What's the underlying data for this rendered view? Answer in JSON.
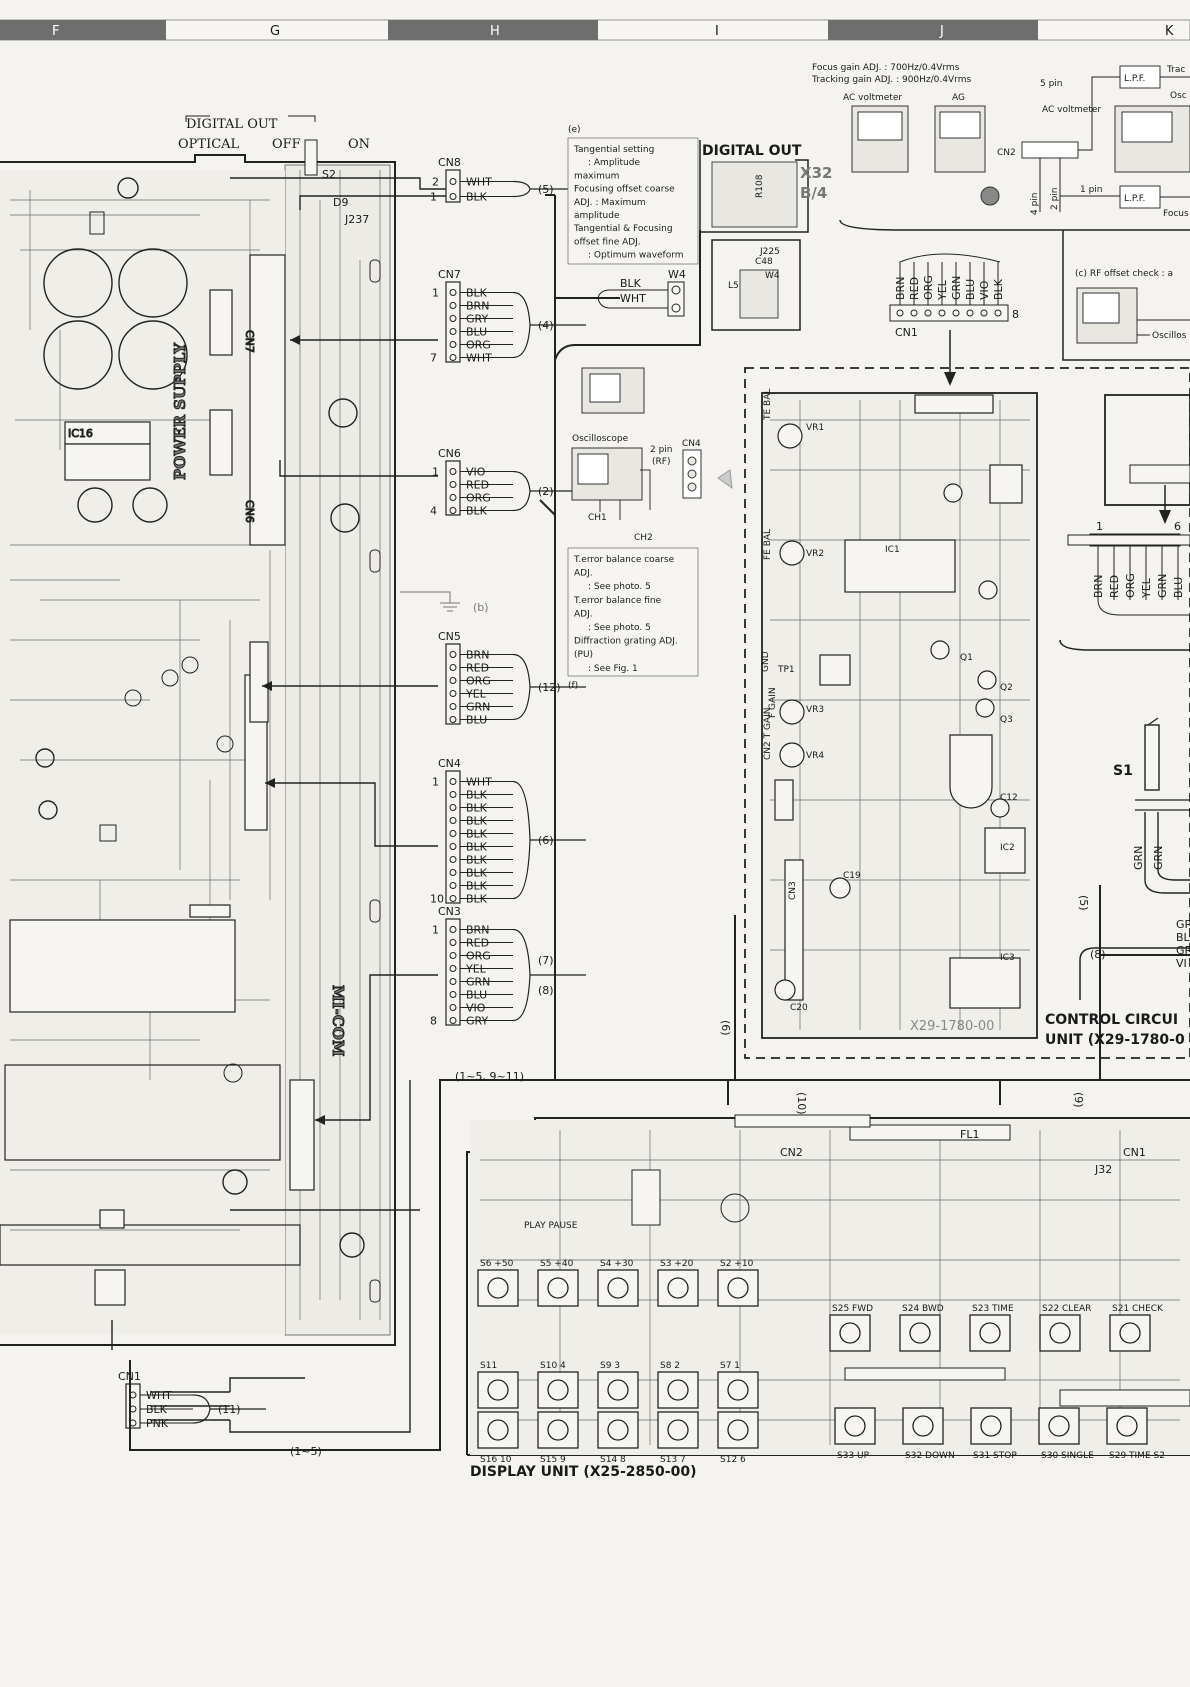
{
  "grid_columns": [
    {
      "label": "F",
      "shaded": true
    },
    {
      "label": "G",
      "shaded": false
    },
    {
      "label": "H",
      "shaded": true
    },
    {
      "label": "I",
      "shaded": false
    },
    {
      "label": "J",
      "shaded": true
    },
    {
      "label": "K",
      "shaded": false
    }
  ],
  "header_notes": {
    "focus_gain": "Focus gain ADJ. : 700Hz/0.4Vrms",
    "tracking_gain": "Tracking gain ADJ. : 900Hz/0.4Vrms",
    "ac_voltmeter": "AC voltmeter",
    "ag": "AG",
    "ac_voltmeter_2": "AC voltmeter",
    "five_pin": "5 pin",
    "one_pin": "1 pin",
    "two_pin": "2 pin",
    "four_pin": "4 pin",
    "lpf_1": "L.P.F.",
    "lpf_2": "L.P.F.",
    "trac": "Trac",
    "osc": "Osc",
    "focus": "Focus",
    "cn2_probe": "CN2"
  },
  "digital_out_switch": {
    "title": "DIGITAL OUT",
    "optical": "OPTICAL",
    "off": "OFF",
    "on": "ON",
    "s2": "S2",
    "d9": "D9",
    "j237": "J237"
  },
  "note_e": {
    "tag": "(e)",
    "lines": [
      "Tangential setting",
      ": Amplitude",
      "maximum",
      "Focusing offset coarse",
      "ADJ. : Maximum",
      "amplitude",
      "Tangential & Focusing",
      "offset fine ADJ.",
      ": Optimum waveform"
    ]
  },
  "note_f": {
    "tag": "(f)",
    "lines": [
      "T.error balance coarse",
      "ADJ.",
      ": See photo. 5",
      "T.error balance fine",
      "ADJ.",
      ": See photo. 5",
      "Diffraction grating ADJ.",
      "(PU)",
      ": See Fig. 1"
    ]
  },
  "digital_out_board": {
    "title": "DIGITAL OUT",
    "ref": "X32",
    "sub": "B/4",
    "w4": "W4",
    "l5": "L5",
    "c48": "C48",
    "j225": "J225",
    "r108": "R108"
  },
  "rf_offset": {
    "text": "(c) RF offset check : a",
    "oscillo": "Oscillos"
  },
  "scope": {
    "label": "Oscilloscope",
    "ch1": "CH1",
    "ch2": "CH2",
    "two_pin_rf": "2 pin",
    "rf": "(RF)",
    "cn4": "CN4"
  },
  "ground_b": "(b)",
  "connectors": {
    "cn8": {
      "name": "CN8",
      "pins": [
        "WHT",
        "BLK"
      ],
      "cable": "5"
    },
    "cn7": {
      "name": "CN7",
      "pins": [
        "BLK",
        "BRN",
        "GRY",
        "BLU",
        "ORG",
        "WHT"
      ],
      "cable": "4"
    },
    "cn6": {
      "name": "CN6",
      "pins": [
        "VIO",
        "RED",
        "ORG",
        "BLK"
      ],
      "cable": "2"
    },
    "cn5": {
      "name": "CN5",
      "pins": [
        "BRN",
        "RED",
        "ORG",
        "YEL",
        "GRN",
        "BLU"
      ],
      "cable": "12"
    },
    "cn4": {
      "name": "CN4",
      "pins": [
        "WHT",
        "BLK",
        "BLK",
        "BLK",
        "BLK",
        "BLK",
        "BLK",
        "BLK",
        "BLK",
        "BLK"
      ],
      "cable": "6"
    },
    "cn3": {
      "name": "CN3",
      "pins": [
        "BRN",
        "RED",
        "ORG",
        "YEL",
        "GRN",
        "BLU",
        "VIO",
        "GRY"
      ],
      "cable_a": "7",
      "cable_b": "8"
    },
    "cn1": {
      "name": "CN1",
      "pins": [
        "WHT",
        "BLK",
        "PNK"
      ],
      "cable": "11"
    },
    "w4_pins": [
      "BLK",
      "WHT"
    ],
    "top_cn1": {
      "name": "CN1",
      "pins": [
        "BRN",
        "RED",
        "ORG",
        "YEL",
        "GRN",
        "BLU",
        "VIO",
        "BLK"
      ],
      "pin8": "8"
    },
    "right_cn": {
      "pins": [
        "BRN",
        "RED",
        "ORG",
        "YEL",
        "GRN",
        "BLU"
      ],
      "pin1": "1",
      "pin6": "6"
    }
  },
  "pin_numbers": {
    "p1": "1",
    "p2": "2",
    "p4": "4",
    "p7": "7",
    "p8": "8",
    "p10": "10"
  },
  "bus_labels": {
    "b1": "(1~5, 9~11)",
    "b2": "(1~5)",
    "b3": "(10)",
    "b4": "(9)",
    "b5": "(6)",
    "b6": "(5)",
    "b7": "(8)"
  },
  "power_supply": {
    "label": "POWER SUPPLY",
    "ic16": "IC16",
    "cn6": "CN6",
    "cn7": "CN7"
  },
  "mi_com": "MI-COM",
  "control_circuit": {
    "title_1": "CONTROL CIRCUI",
    "title_2": "UNIT (X29-1780-0",
    "board_no": "X29-1780-00"
  },
  "display_unit": {
    "title": "DISPLAY UNIT (X25-2850-00)",
    "fl1": "FL1",
    "cn2": "CN2",
    "cn1": "CN1",
    "play_pause": "PLAY PAUSE",
    "j32": "J32"
  },
  "switches": {
    "row1": [
      "S6 +50",
      "S5 +40",
      "S4 +30",
      "S3 +20",
      "S2 +10"
    ],
    "row1b": [
      "S25 FWD",
      "S24 BWD",
      "S23 TIME",
      "S22 CLEAR",
      "S21 CHECK"
    ],
    "row2": [
      "S11",
      "S10 4",
      "S9 3",
      "S8 2",
      "S7 1"
    ],
    "row3": [
      "S16 10",
      "S15 9",
      "S14 8",
      "S13 7",
      "S12 6"
    ],
    "row3b": [
      "S33 UP",
      "S32 DOWN",
      "S31 STOP",
      "S30 SINGLE",
      "S29 TIME S2"
    ]
  },
  "control_parts": [
    "VR1",
    "VR2",
    "VR3",
    "VR4",
    "TE BAL",
    "FE BAL",
    "GND",
    "TP1",
    "F GAIN",
    "CN2 T GAIN",
    "CN3",
    "IC1",
    "IC2",
    "IC3",
    "C20",
    "C19",
    "C12",
    "Q1",
    "Q2",
    "Q3"
  ],
  "right_panel": {
    "s1": "S1",
    "grn_1": "GRN",
    "grn_2": "GRN",
    "side_labels": [
      "GR",
      "BL",
      "GR",
      "VI"
    ]
  }
}
